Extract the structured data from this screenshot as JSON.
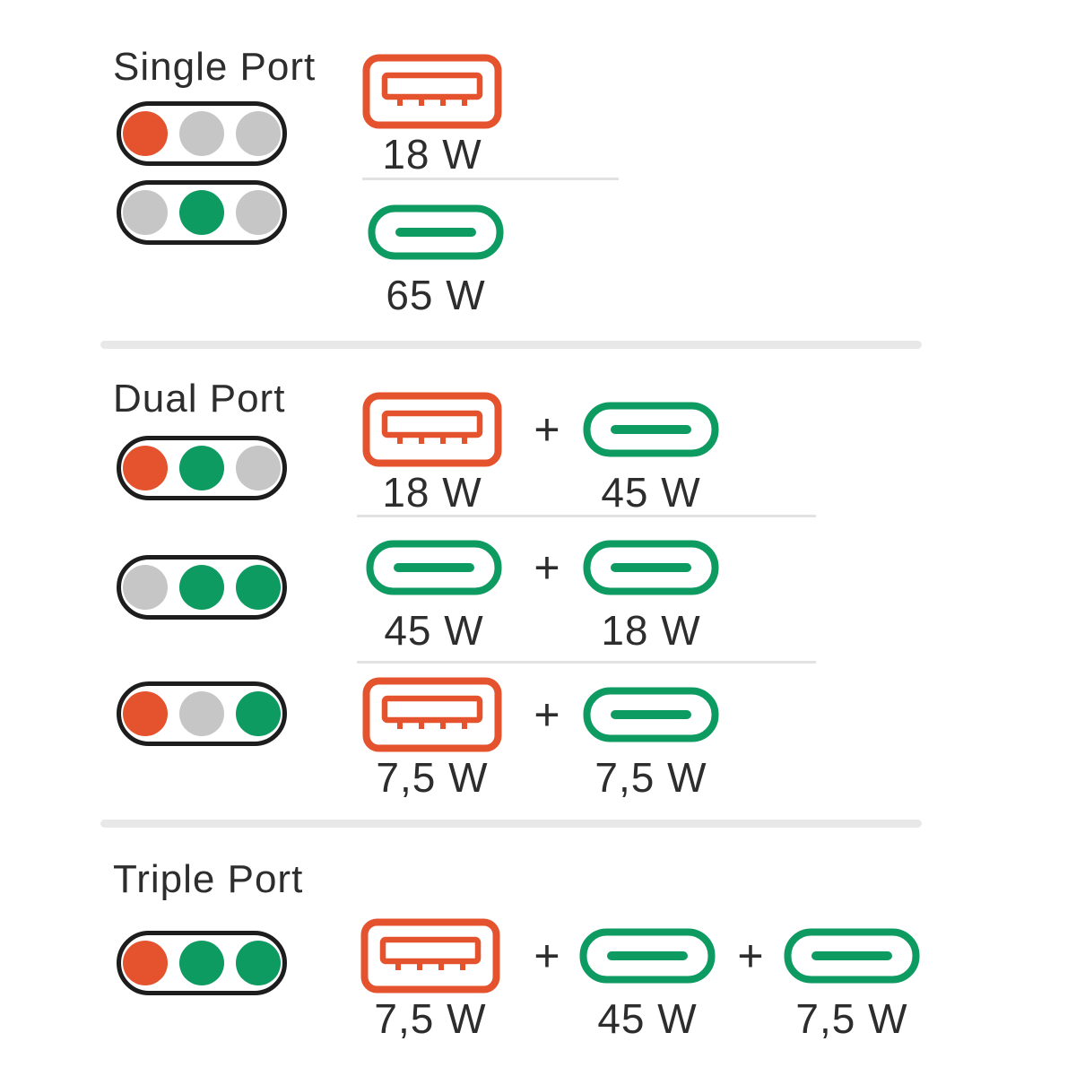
{
  "colors": {
    "orange": "#e5532e",
    "green": "#0d9b62",
    "gray": "#c6c6c6",
    "outline": "#1d1d1d",
    "text": "#2d2d2d",
    "divider_thin": "#e2e2e2",
    "divider_thick": "#e8e8e8",
    "background": "#ffffff"
  },
  "plus": "+",
  "sections": [
    {
      "title": "Single Port",
      "rows": [
        {
          "indicator": [
            "orange",
            "gray",
            "gray"
          ],
          "ports": [
            {
              "type": "usb-a",
              "color": "orange",
              "label": "18 W"
            }
          ]
        },
        {
          "indicator": [
            "gray",
            "green",
            "gray"
          ],
          "ports": [
            {
              "type": "usb-c",
              "color": "green",
              "label": "65 W"
            }
          ]
        }
      ]
    },
    {
      "title": "Dual Port",
      "rows": [
        {
          "indicator": [
            "orange",
            "green",
            "gray"
          ],
          "ports": [
            {
              "type": "usb-a",
              "color": "orange",
              "label": "18 W"
            },
            {
              "type": "usb-c",
              "color": "green",
              "label": "45 W"
            }
          ]
        },
        {
          "indicator": [
            "gray",
            "green",
            "green"
          ],
          "ports": [
            {
              "type": "usb-c",
              "color": "green",
              "label": "45 W"
            },
            {
              "type": "usb-c",
              "color": "green",
              "label": "18 W"
            }
          ]
        },
        {
          "indicator": [
            "orange",
            "gray",
            "green"
          ],
          "ports": [
            {
              "type": "usb-a",
              "color": "orange",
              "label": "7,5 W"
            },
            {
              "type": "usb-c",
              "color": "green",
              "label": "7,5 W"
            }
          ]
        }
      ]
    },
    {
      "title": "Triple Port",
      "rows": [
        {
          "indicator": [
            "orange",
            "green",
            "green"
          ],
          "ports": [
            {
              "type": "usb-a",
              "color": "orange",
              "label": "7,5 W"
            },
            {
              "type": "usb-c",
              "color": "green",
              "label": "45 W"
            },
            {
              "type": "usb-c",
              "color": "green",
              "label": "7,5 W"
            }
          ]
        }
      ]
    }
  ]
}
